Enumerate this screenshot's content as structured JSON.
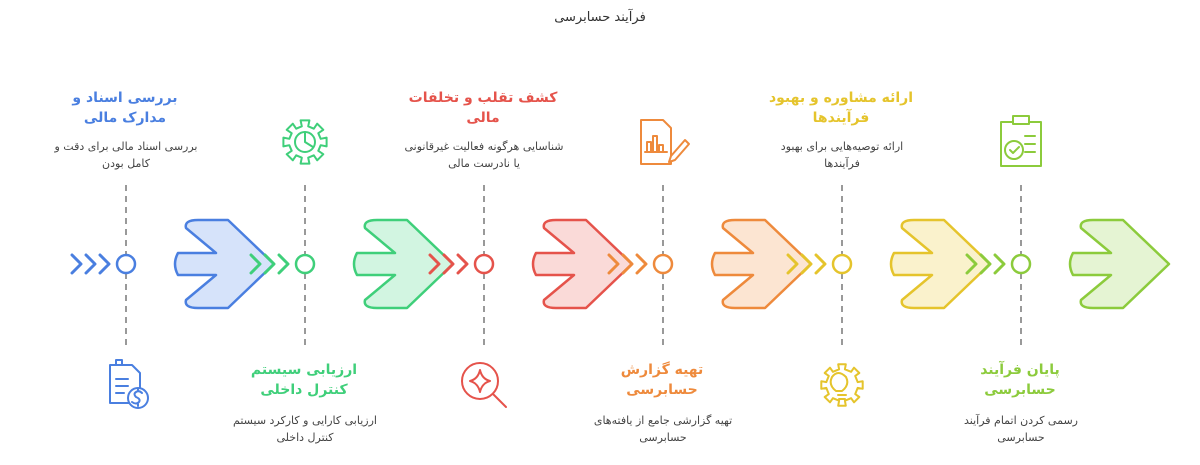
{
  "title": "فرآیند حسابرسی",
  "steps": [
    {
      "title": "بررسی اسناد و مدارک مالی",
      "description": "بررسی اسناد مالی برای دقت و کامل بودن",
      "color": "#4A7FE0",
      "tint": "#D6E3FA",
      "icon": "financial-document-dollar-icon",
      "text_position": "top"
    },
    {
      "title": "ارزیابی سیستم کنترل داخلی",
      "description": "ارزیابی کارایی و کارکرد سیستم کنترل داخلی",
      "color": "#3FCF7A",
      "tint": "#D2F5E1",
      "icon": "gear-chart-icon",
      "text_position": "bottom"
    },
    {
      "title": "کشف تقلب و تخلفات مالی",
      "description": "شناسایی هرگونه فعالیت غیرقانونی یا نادرست مالی",
      "color": "#E5534B",
      "tint": "#FADAD8",
      "icon": "magnifier-sparkle-icon",
      "text_position": "top"
    },
    {
      "title": "تهیه گزارش حسابرسی",
      "description": "تهیه گزارشی جامع از یافته‌های حسابرسی",
      "color": "#EE8A3C",
      "tint": "#FCE5D2",
      "icon": "report-chart-pen-icon",
      "text_position": "bottom"
    },
    {
      "title": "ارائه مشاوره و بهبود فرآیندها",
      "description": "ارائه توصیه‌هایی برای بهبود فرآیندها",
      "color": "#E5C42C",
      "tint": "#FAF2CC",
      "icon": "lightbulb-gear-icon",
      "text_position": "top"
    },
    {
      "title": "پایان فرآیند حسابرسی",
      "description": "رسمی کردن اتمام فرآیند حسابرسی",
      "color": "#8CCB3C",
      "tint": "#E5F4D3",
      "icon": "clipboard-check-icon",
      "text_position": "bottom"
    }
  ]
}
